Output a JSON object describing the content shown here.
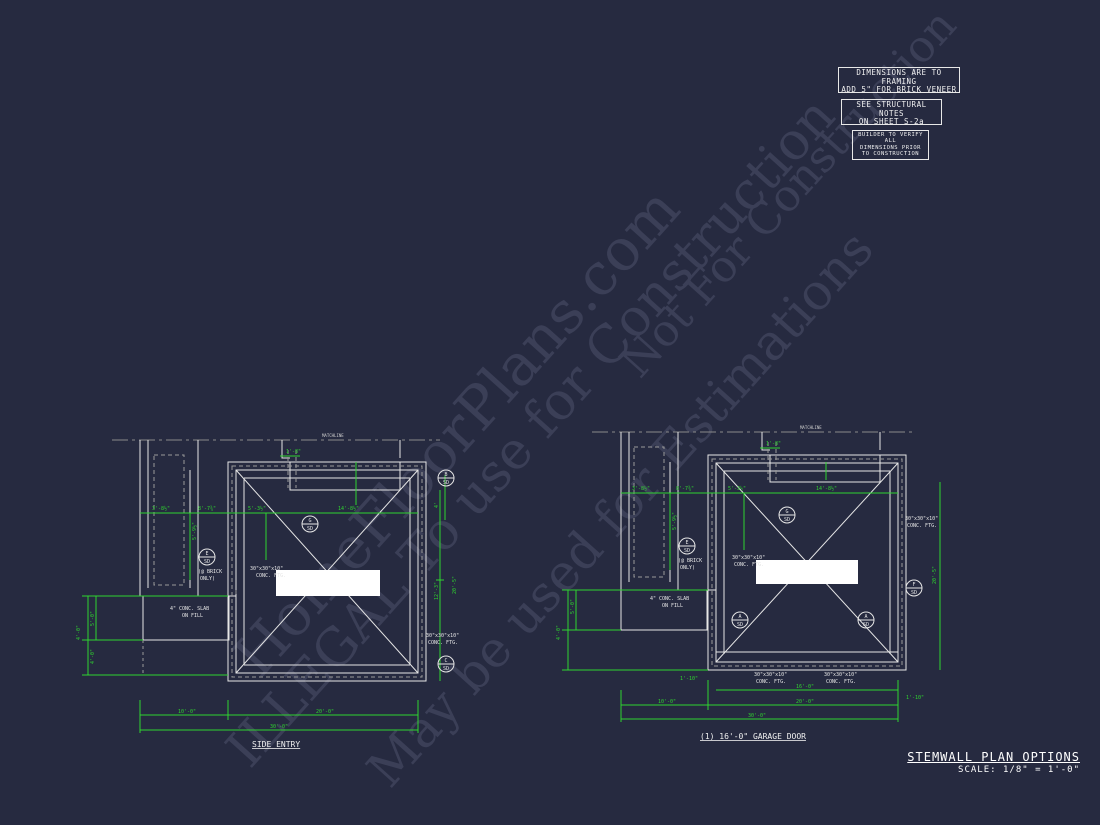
{
  "notes": {
    "framing": [
      "DIMENSIONS ARE TO FRAMING",
      "ADD 5\" FOR BRICK VENEER"
    ],
    "structural": [
      "SEE STRUCTURAL NOTES",
      "ON SHEET S-2a"
    ],
    "builder": [
      "BUILDER TO VERIFY ALL",
      "DIMENSIONS PRIOR",
      "TO CONSTRUCTION"
    ]
  },
  "title": {
    "main": "STEMWALL PLAN OPTIONS",
    "scale": "SCALE: 1/8\" = 1'-0\""
  },
  "watermark": {
    "line1": "HomeFloorPlans.com",
    "line2": "Not For Construction",
    "line3": "ILLEGAL To use for Construction",
    "line4": "May be used for Estimations"
  },
  "plans": {
    "left": {
      "caption": "SIDE ENTRY",
      "matchline": "MATCHLINE",
      "dims": {
        "d1": "1'-8\"",
        "d2": "3'-8½\"",
        "d3": "8'-7¾\"",
        "d4": "5'-3½\"",
        "d5": "14'-8½\"",
        "d6": "5'-9½\"",
        "d7": "10'-0\"",
        "d8": "20'-0\"",
        "d9": "30'-0\"",
        "d10": "4'-0\"",
        "d11": "5'-0\"",
        "d12": "4'-0\"",
        "d13": "20'-5\"",
        "d14": "12'-3\"",
        "d15": "4'"
      },
      "labels": {
        "slab": [
          "4\" CONC. SLAB",
          "ON FILL"
        ],
        "brick": [
          "(@ BRICK",
          "ONLY)"
        ],
        "ftg1": [
          "30\"x30\"x10\"",
          "CONC. FTG."
        ],
        "ftg2": [
          "30\"x30\"x10\"",
          "CONC. FTG."
        ],
        "sd1": [
          "G",
          "SD"
        ],
        "sd2": [
          "E",
          "SD"
        ],
        "sd3": [
          "B",
          "SD"
        ],
        "sd4": [
          "C",
          "SD"
        ]
      }
    },
    "right": {
      "caption": "(1) 16'-0\" GARAGE DOOR",
      "matchline": "MATCHLINE",
      "dims": {
        "d1": "1'-8\"",
        "d2": "3'-8½\"",
        "d3": "8'-7¾\"",
        "d4": "5'-3½\"",
        "d5": "14'-8½\"",
        "d6": "5'-9½\"",
        "d7": "10'-0\"",
        "d8": "20'-0\"",
        "d9": "30'-0\"",
        "d10": "4'-0\"",
        "d11": "5'-0\"",
        "d12": "16'-0\"",
        "d13": "20'-5\"",
        "d14": "1'-10\"",
        "d15": "1'-10\""
      },
      "labels": {
        "slab": [
          "4\" CONC. SLAB",
          "ON FILL"
        ],
        "brick": [
          "(@ BRICK",
          "ONLY)"
        ],
        "ftg1": [
          "30\"x30\"x10\"",
          "CONC. FTG."
        ],
        "ftg2": [
          "30\"x30\"x10\"",
          "CONC. FTG."
        ],
        "ftg3": [
          "30\"x30\"x10\"",
          "CONC. FTG."
        ],
        "ftg4": [
          "30\"x30\"x10\"",
          "CONC. FTG."
        ],
        "sd1": [
          "G",
          "SD"
        ],
        "sd2": [
          "E",
          "SD"
        ],
        "sd3": [
          "F",
          "SD"
        ],
        "sd4": [
          "A",
          "SD"
        ],
        "sd5": [
          "A",
          "SD"
        ]
      }
    }
  },
  "colors": {
    "background": "#262a40",
    "linework": "#e6e6e6",
    "dimension": "#2fd42f",
    "dashed": "#9a9a9a",
    "watermark": "#3a3e55"
  }
}
